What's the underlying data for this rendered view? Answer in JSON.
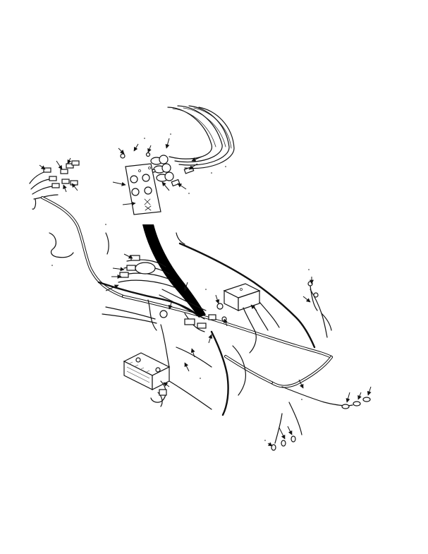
{
  "figure": {
    "description_visible_text": "",
    "callout_labels": []
  },
  "colors": {
    "ink": "#111111",
    "paper": "#ffffff"
  },
  "parts": [
    "control-panel-plate",
    "battery",
    "junction-box",
    "main-wiring-harness",
    "hose-bundle",
    "connector-group-left",
    "connector-group-right"
  ]
}
